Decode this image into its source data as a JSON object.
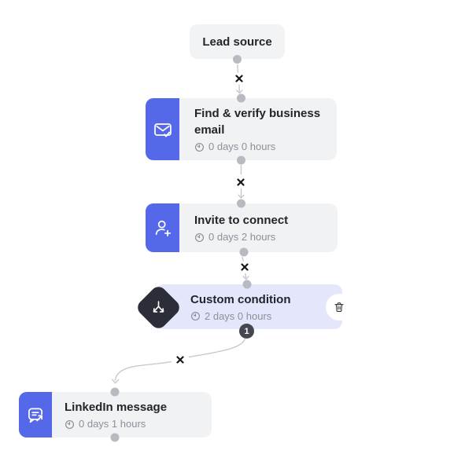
{
  "flow": {
    "source": {
      "label": "Lead source"
    },
    "steps": [
      {
        "id": "find-verify-email",
        "title": "Find & verify business email",
        "delay": "0 days 0 hours",
        "icon": "email-check-icon"
      },
      {
        "id": "invite-to-connect",
        "title": "Invite to connect",
        "delay": "0 days 2 hours",
        "icon": "person-add-icon"
      },
      {
        "id": "custom-condition",
        "title": "Custom condition",
        "delay": "2 days 0 hours",
        "icon": "branch-split-icon",
        "branch_badge": "1"
      },
      {
        "id": "linkedin-message",
        "title": "LinkedIn message",
        "delay": "0 days 1 hours",
        "icon": "chat-arrow-icon"
      }
    ]
  },
  "colors": {
    "accent_blue": "#5568e9",
    "step_bg": "#f1f2f4",
    "condition_bg": "#e4e7fb",
    "diamond_bg": "#2b2e38",
    "title_text": "#22252c",
    "muted_text": "#8b909a",
    "port_dot": "#b7bac0",
    "connector": "#c3c6cb",
    "badge_bg": "#44474f"
  }
}
